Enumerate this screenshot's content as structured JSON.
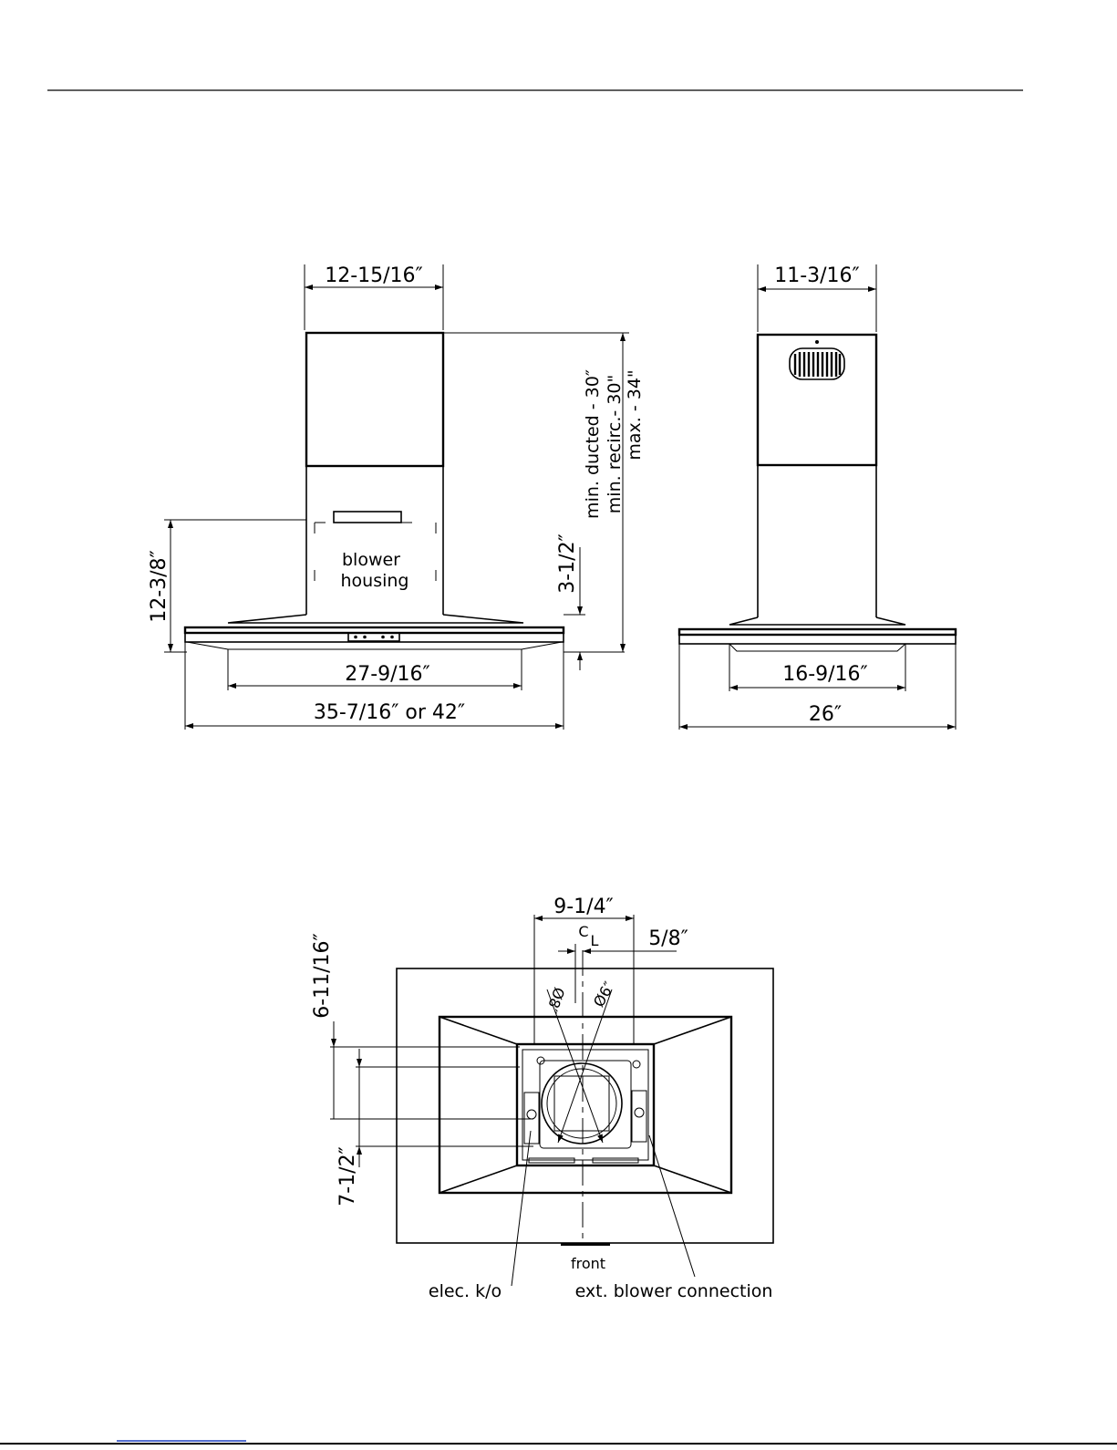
{
  "front_view": {
    "chimney_width": "12-15/16″",
    "blower_label_line1": "blower",
    "blower_label_line2": "housing",
    "height_left": "12-3/8″",
    "height_right_small": "3-1/2″",
    "min_ducted": "min. ducted - 30″",
    "min_recirc": "min. recirc.-  30\"",
    "max_height": "max. - 34\"",
    "inner_width": "27-9/16″",
    "overall_width": "35-7/16″ or 42″"
  },
  "side_view": {
    "chimney_width": "11-3/16″",
    "inner_width": "16-9/16″",
    "overall_depth": "26″"
  },
  "top_view": {
    "width_dim": "9-1/4″",
    "centerline_c": "C",
    "centerline_l": "L",
    "offset_dim": "5/8″",
    "dia_8": "Ø8″",
    "dia_6": "Ø6″",
    "vert_dim_top": "6-11/16″",
    "vert_dim_bottom": "7-1/2″",
    "front_label": "front",
    "elec_label": "elec. k/o",
    "blower_conn_label": "ext. blower connection"
  }
}
